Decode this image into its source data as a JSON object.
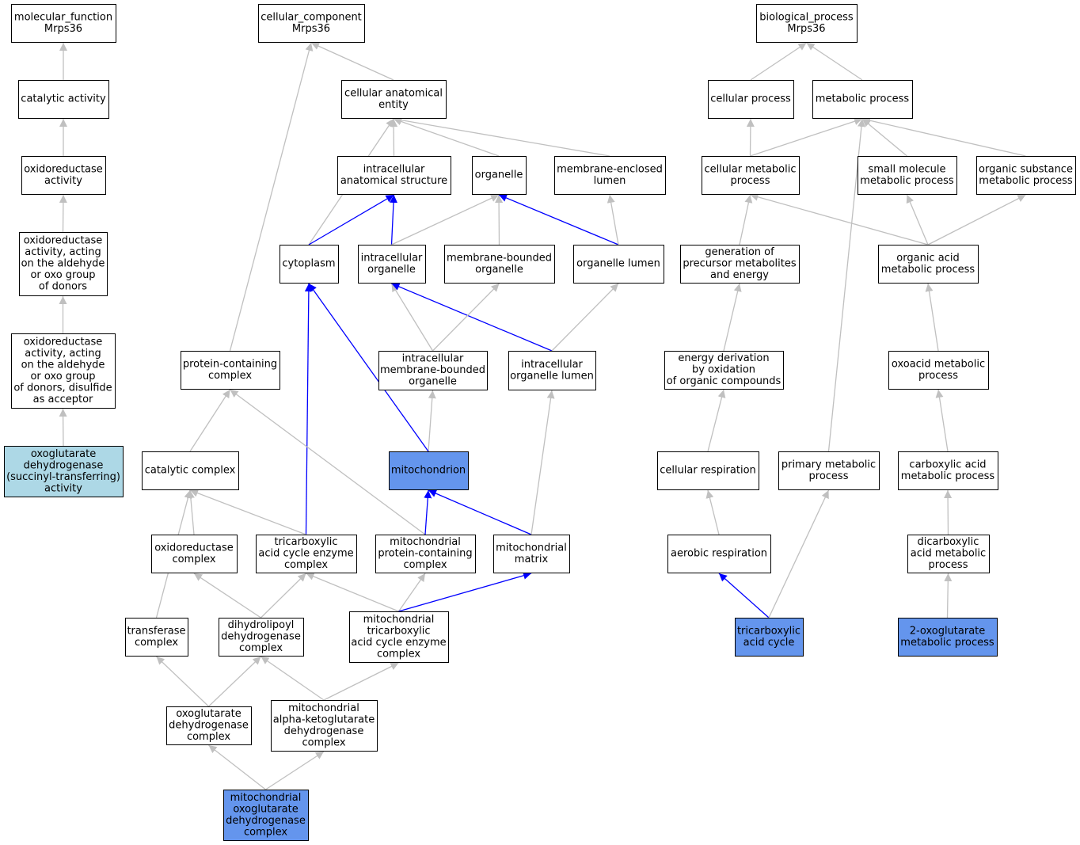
{
  "graph": {
    "colors": {
      "default_fill": "#ffffff",
      "query_fill": "#add8e6",
      "highlight_fill": "#6495ed",
      "edge_gray": "#c0c0c0",
      "edge_blue": "#0000ff"
    },
    "nodes": [
      {
        "id": "mf",
        "lines": [
          "molecular_function",
          "Mrps36"
        ],
        "fill": "default"
      },
      {
        "id": "cat_act",
        "lines": [
          "catalytic activity"
        ],
        "fill": "default"
      },
      {
        "id": "oxred_act",
        "lines": [
          "oxidoreductase",
          "activity"
        ],
        "fill": "default"
      },
      {
        "id": "oxred_aldehyde",
        "lines": [
          "oxidoreductase",
          "activity, acting",
          "on the aldehyde",
          "or oxo group",
          "of donors"
        ],
        "fill": "default"
      },
      {
        "id": "oxred_disulfide",
        "lines": [
          "oxidoreductase",
          "activity, acting",
          "on the aldehyde",
          "or oxo group",
          "of donors, disulfide",
          "as acceptor"
        ],
        "fill": "default"
      },
      {
        "id": "ogdh_act",
        "lines": [
          "oxoglutarate",
          "dehydrogenase",
          "(succinyl-transferring)",
          "activity"
        ],
        "fill": "query"
      },
      {
        "id": "cc",
        "lines": [
          "cellular_component",
          "Mrps36"
        ],
        "fill": "default"
      },
      {
        "id": "cae",
        "lines": [
          "cellular anatomical",
          "entity"
        ],
        "fill": "default"
      },
      {
        "id": "ias",
        "lines": [
          "intracellular",
          "anatomical structure"
        ],
        "fill": "default"
      },
      {
        "id": "organelle",
        "lines": [
          "organelle"
        ],
        "fill": "default"
      },
      {
        "id": "mel",
        "lines": [
          "membrane-enclosed",
          "lumen"
        ],
        "fill": "default"
      },
      {
        "id": "cytoplasm",
        "lines": [
          "cytoplasm"
        ],
        "fill": "default"
      },
      {
        "id": "io",
        "lines": [
          "intracellular",
          "organelle"
        ],
        "fill": "default"
      },
      {
        "id": "mbo",
        "lines": [
          "membrane-bounded",
          "organelle"
        ],
        "fill": "default"
      },
      {
        "id": "ol",
        "lines": [
          "organelle lumen"
        ],
        "fill": "default"
      },
      {
        "id": "pcc",
        "lines": [
          "protein-containing",
          "complex"
        ],
        "fill": "default"
      },
      {
        "id": "imbo",
        "lines": [
          "intracellular",
          "membrane-bounded",
          "organelle"
        ],
        "fill": "default"
      },
      {
        "id": "iol",
        "lines": [
          "intracellular",
          "organelle lumen"
        ],
        "fill": "default"
      },
      {
        "id": "catc",
        "lines": [
          "catalytic complex"
        ],
        "fill": "default"
      },
      {
        "id": "mito",
        "lines": [
          "mitochondrion"
        ],
        "fill": "highlight"
      },
      {
        "id": "oxc",
        "lines": [
          "oxidoreductase",
          "complex"
        ],
        "fill": "default"
      },
      {
        "id": "tcac",
        "lines": [
          "tricarboxylic",
          "acid cycle enzyme",
          "complex"
        ],
        "fill": "default"
      },
      {
        "id": "mpcc",
        "lines": [
          "mitochondrial",
          "protein-containing",
          "complex"
        ],
        "fill": "default"
      },
      {
        "id": "mm",
        "lines": [
          "mitochondrial",
          "matrix"
        ],
        "fill": "default"
      },
      {
        "id": "trc",
        "lines": [
          "transferase",
          "complex"
        ],
        "fill": "default"
      },
      {
        "id": "dldc",
        "lines": [
          "dihydrolipoyl",
          "dehydrogenase",
          "complex"
        ],
        "fill": "default"
      },
      {
        "id": "mtcac",
        "lines": [
          "mitochondrial",
          "tricarboxylic",
          "acid cycle enzyme",
          "complex"
        ],
        "fill": "default"
      },
      {
        "id": "ogdc",
        "lines": [
          "oxoglutarate",
          "dehydrogenase",
          "complex"
        ],
        "fill": "default"
      },
      {
        "id": "makgdc",
        "lines": [
          "mitochondrial",
          "alpha-ketoglutarate",
          "dehydrogenase",
          "complex"
        ],
        "fill": "default"
      },
      {
        "id": "mogdc",
        "lines": [
          "mitochondrial",
          "oxoglutarate",
          "dehydrogenase",
          "complex"
        ],
        "fill": "highlight"
      },
      {
        "id": "bp",
        "lines": [
          "biological_process",
          "Mrps36"
        ],
        "fill": "default"
      },
      {
        "id": "cp",
        "lines": [
          "cellular process"
        ],
        "fill": "default"
      },
      {
        "id": "mp",
        "lines": [
          "metabolic process"
        ],
        "fill": "default"
      },
      {
        "id": "cmp",
        "lines": [
          "cellular metabolic",
          "process"
        ],
        "fill": "default"
      },
      {
        "id": "smmp",
        "lines": [
          "small molecule",
          "metabolic process"
        ],
        "fill": "default"
      },
      {
        "id": "osmp",
        "lines": [
          "organic substance",
          "metabolic process"
        ],
        "fill": "default"
      },
      {
        "id": "gpme",
        "lines": [
          "generation of",
          "precursor metabolites",
          "and energy"
        ],
        "fill": "default"
      },
      {
        "id": "oamp",
        "lines": [
          "organic acid",
          "metabolic process"
        ],
        "fill": "default"
      },
      {
        "id": "edooc",
        "lines": [
          "energy derivation",
          "by oxidation",
          "of organic compounds"
        ],
        "fill": "default"
      },
      {
        "id": "oxamp",
        "lines": [
          "oxoacid metabolic",
          "process"
        ],
        "fill": "default"
      },
      {
        "id": "cr",
        "lines": [
          "cellular respiration"
        ],
        "fill": "default"
      },
      {
        "id": "pmp",
        "lines": [
          "primary metabolic",
          "process"
        ],
        "fill": "default"
      },
      {
        "id": "camp",
        "lines": [
          "carboxylic acid",
          "metabolic process"
        ],
        "fill": "default"
      },
      {
        "id": "ar",
        "lines": [
          "aerobic respiration"
        ],
        "fill": "default"
      },
      {
        "id": "dcamp",
        "lines": [
          "dicarboxylic",
          "acid metabolic",
          "process"
        ],
        "fill": "default"
      },
      {
        "id": "tca",
        "lines": [
          "tricarboxylic",
          "acid cycle"
        ],
        "fill": "highlight"
      },
      {
        "id": "ogmp",
        "lines": [
          "2-oxoglutarate",
          "metabolic process"
        ],
        "fill": "highlight"
      }
    ],
    "edges": [
      {
        "from": "cat_act",
        "to": "mf",
        "color": "gray"
      },
      {
        "from": "oxred_act",
        "to": "cat_act",
        "color": "gray"
      },
      {
        "from": "oxred_aldehyde",
        "to": "oxred_act",
        "color": "gray"
      },
      {
        "from": "oxred_disulfide",
        "to": "oxred_aldehyde",
        "color": "gray"
      },
      {
        "from": "ogdh_act",
        "to": "oxred_disulfide",
        "color": "gray"
      },
      {
        "from": "cae",
        "to": "cc",
        "color": "gray"
      },
      {
        "from": "pcc",
        "to": "cc",
        "color": "gray"
      },
      {
        "from": "ias",
        "to": "cae",
        "color": "gray"
      },
      {
        "from": "cytoplasm",
        "to": "cae",
        "color": "gray"
      },
      {
        "from": "organelle",
        "to": "cae",
        "color": "gray"
      },
      {
        "from": "mel",
        "to": "cae",
        "color": "gray"
      },
      {
        "from": "cytoplasm",
        "to": "ias",
        "color": "blue"
      },
      {
        "from": "io",
        "to": "ias",
        "color": "blue"
      },
      {
        "from": "io",
        "to": "organelle",
        "color": "gray"
      },
      {
        "from": "mbo",
        "to": "organelle",
        "color": "gray"
      },
      {
        "from": "ol",
        "to": "organelle",
        "color": "blue"
      },
      {
        "from": "ol",
        "to": "mel",
        "color": "gray"
      },
      {
        "from": "imbo",
        "to": "io",
        "color": "gray"
      },
      {
        "from": "iol",
        "to": "io",
        "color": "blue"
      },
      {
        "from": "imbo",
        "to": "mbo",
        "color": "gray"
      },
      {
        "from": "iol",
        "to": "ol",
        "color": "gray"
      },
      {
        "from": "mito",
        "to": "imbo",
        "color": "gray"
      },
      {
        "from": "mito",
        "to": "cytoplasm",
        "color": "blue"
      },
      {
        "from": "tcac",
        "to": "cytoplasm",
        "color": "blue"
      },
      {
        "from": "catc",
        "to": "pcc",
        "color": "gray"
      },
      {
        "from": "mpcc",
        "to": "pcc",
        "color": "gray"
      },
      {
        "from": "mpcc",
        "to": "mito",
        "color": "blue"
      },
      {
        "from": "mm",
        "to": "mito",
        "color": "blue"
      },
      {
        "from": "mm",
        "to": "iol",
        "color": "gray"
      },
      {
        "from": "oxc",
        "to": "catc",
        "color": "gray"
      },
      {
        "from": "tcac",
        "to": "catc",
        "color": "gray"
      },
      {
        "from": "trc",
        "to": "catc",
        "color": "gray"
      },
      {
        "from": "dldc",
        "to": "oxc",
        "color": "gray"
      },
      {
        "from": "dldc",
        "to": "tcac",
        "color": "gray"
      },
      {
        "from": "mtcac",
        "to": "tcac",
        "color": "gray"
      },
      {
        "from": "mtcac",
        "to": "mpcc",
        "color": "gray"
      },
      {
        "from": "mtcac",
        "to": "mm",
        "color": "blue"
      },
      {
        "from": "ogdc",
        "to": "trc",
        "color": "gray"
      },
      {
        "from": "ogdc",
        "to": "dldc",
        "color": "gray"
      },
      {
        "from": "makgdc",
        "to": "dldc",
        "color": "gray"
      },
      {
        "from": "makgdc",
        "to": "mtcac",
        "color": "gray"
      },
      {
        "from": "mogdc",
        "to": "ogdc",
        "color": "gray"
      },
      {
        "from": "mogdc",
        "to": "makgdc",
        "color": "gray"
      },
      {
        "from": "cp",
        "to": "bp",
        "color": "gray"
      },
      {
        "from": "mp",
        "to": "bp",
        "color": "gray"
      },
      {
        "from": "cmp",
        "to": "cp",
        "color": "gray"
      },
      {
        "from": "cmp",
        "to": "mp",
        "color": "gray"
      },
      {
        "from": "smmp",
        "to": "mp",
        "color": "gray"
      },
      {
        "from": "osmp",
        "to": "mp",
        "color": "gray"
      },
      {
        "from": "pmp",
        "to": "mp",
        "color": "gray"
      },
      {
        "from": "gpme",
        "to": "cmp",
        "color": "gray"
      },
      {
        "from": "oamp",
        "to": "cmp",
        "color": "gray"
      },
      {
        "from": "oamp",
        "to": "smmp",
        "color": "gray"
      },
      {
        "from": "oamp",
        "to": "osmp",
        "color": "gray"
      },
      {
        "from": "edooc",
        "to": "gpme",
        "color": "gray"
      },
      {
        "from": "oxamp",
        "to": "oamp",
        "color": "gray"
      },
      {
        "from": "cr",
        "to": "edooc",
        "color": "gray"
      },
      {
        "from": "camp",
        "to": "oxamp",
        "color": "gray"
      },
      {
        "from": "ar",
        "to": "cr",
        "color": "gray"
      },
      {
        "from": "dcamp",
        "to": "camp",
        "color": "gray"
      },
      {
        "from": "tca",
        "to": "ar",
        "color": "blue"
      },
      {
        "from": "tca",
        "to": "pmp",
        "color": "gray"
      },
      {
        "from": "ogmp",
        "to": "dcamp",
        "color": "gray"
      }
    ]
  }
}
